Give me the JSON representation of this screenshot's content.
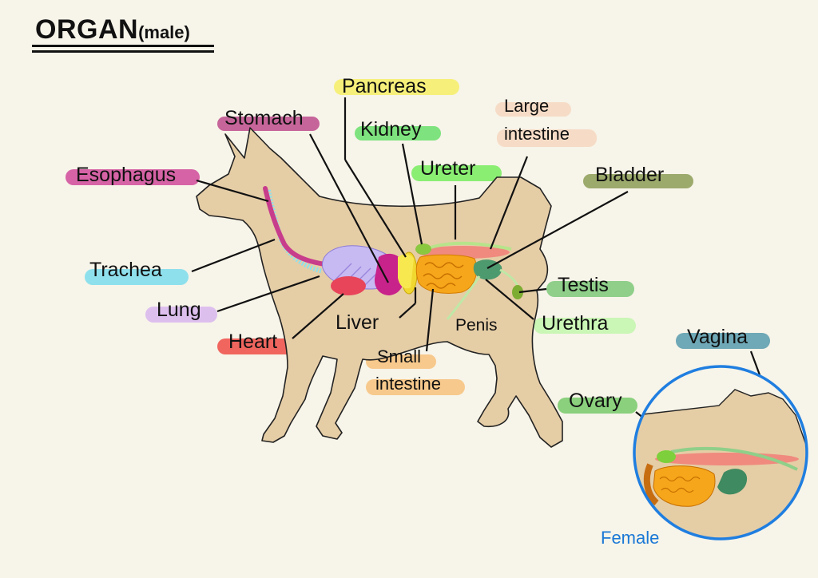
{
  "title": {
    "main": "ORGAN",
    "sub": "(male)"
  },
  "labels": {
    "pancreas": "Pancreas",
    "stomach": "Stomach",
    "kidney": "Kidney",
    "large_intestine": "Large\nintestine",
    "esophagus": "Esophagus",
    "ureter": "Ureter",
    "bladder": "Bladder",
    "trachea": "Trachea",
    "testis": "Testis",
    "lung": "Lung",
    "liver": "Liver",
    "penis": "Penis",
    "urethra": "Urethra",
    "heart": "Heart",
    "small_intestine": "Small\nintestine",
    "vagina": "Vagina",
    "ovary": "Ovary",
    "female": "Female"
  },
  "colors": {
    "background": "#f7f4e9",
    "body": "#e5cda6",
    "pancreas": "#f6f07a",
    "stomach": "#c6659a",
    "kidney": "#7ee37e",
    "large_intestine": "#f6dcc6",
    "esophagus": "#d663a6",
    "ureter": "#8aee73",
    "bladder": "#9caa6c",
    "trachea": "#8ee0ec",
    "testis": "#8fcf8a",
    "lung": "#ddbfee",
    "liver": "#e5d365",
    "penis": "#cde4a6",
    "urethra": "#caf6b6",
    "heart": "#f0655e",
    "small_intestine": "#f7c98c",
    "vagina": "#6fa8b6",
    "ovary": "#8ad07d",
    "female_ring": "#1f7ee0"
  }
}
